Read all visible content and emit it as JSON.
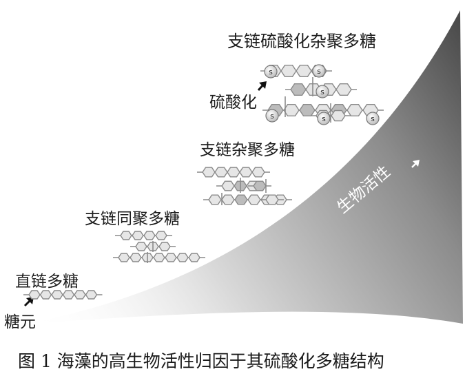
{
  "labels": {
    "sulfated_branched": "支链硫酸化杂聚多糖",
    "sulfation": "硫酸化",
    "branched_hetero": "支链杂聚多糖",
    "branched_homo": "支链同聚多糖",
    "linear": "直链多糖",
    "sugar_unit": "糖元",
    "bioactivity": "生物活性",
    "sulfate_mark": "s"
  },
  "caption": "图 1  海藻的高生物活性归因于其硫酸化多糖结构",
  "colors": {
    "hex_fill": "#e6e6e6",
    "hex_dark_fill": "#bcbcbc",
    "hex_stroke": "#8a8a8a",
    "curve_dark": "#5a5a5a",
    "curve_light": "#f4f4f4"
  }
}
